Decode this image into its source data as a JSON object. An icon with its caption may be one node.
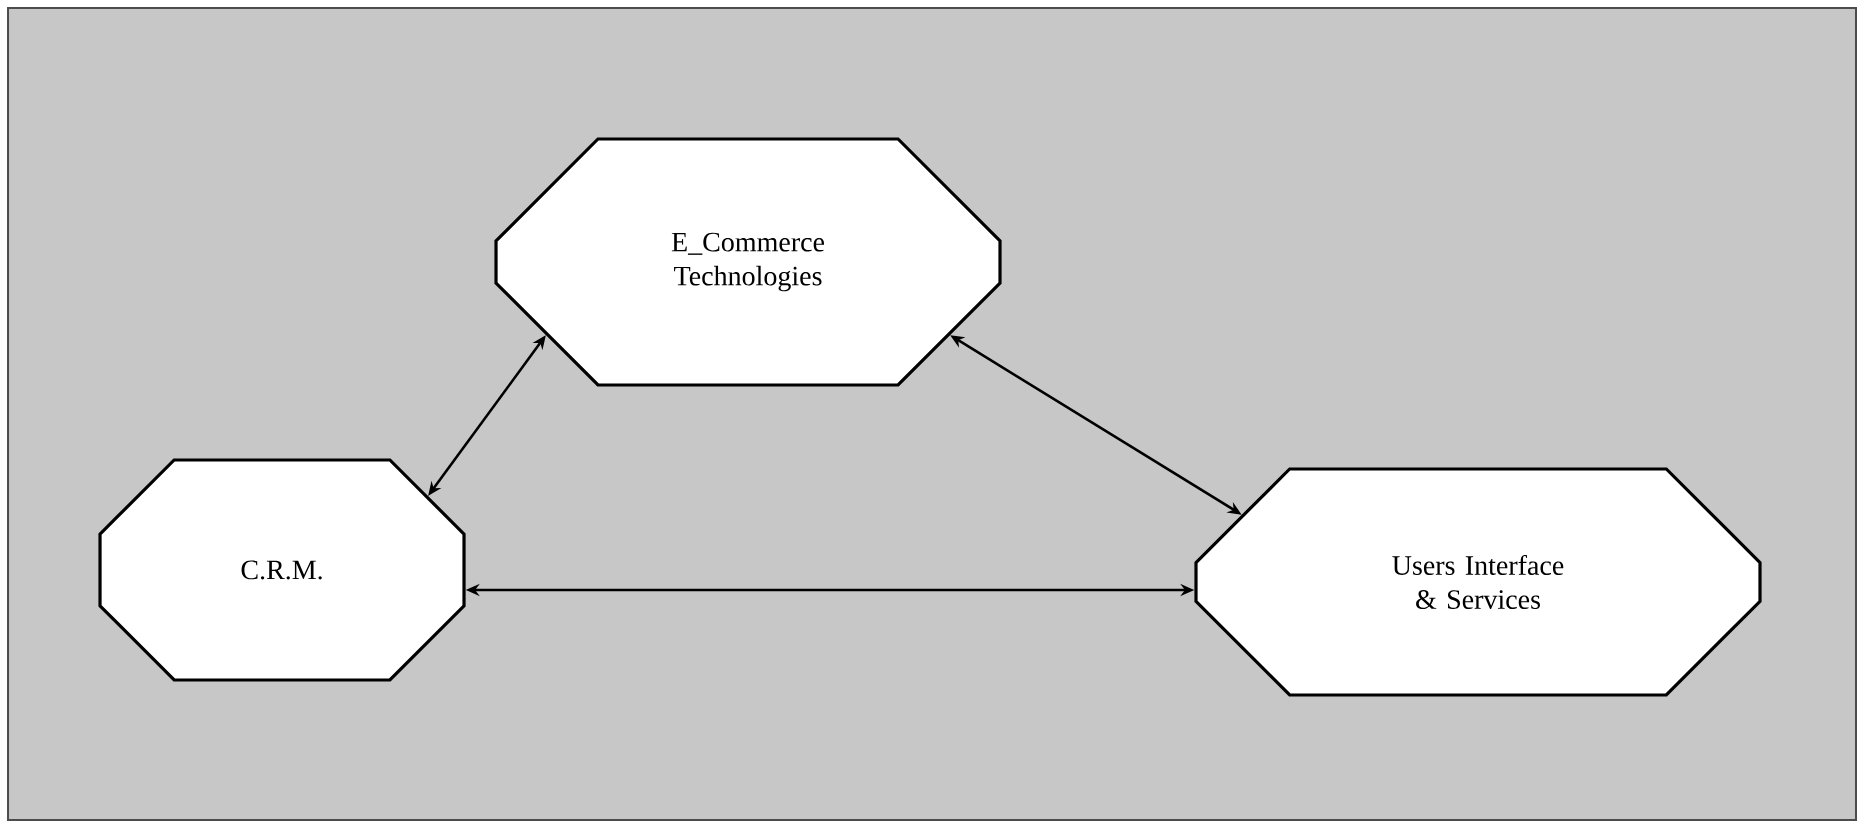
{
  "diagram": {
    "nodes": [
      {
        "text": [
          "E_Commerce Technologies"
        ]
      },
      {
        "text": [
          "C.R.M."
        ]
      },
      {
        "text": [
          "Users Interface & Services"
        ]
      }
    ],
    "edges": [
      {
        "from": 1,
        "to": 0,
        "arrow": "both"
      },
      {
        "from": 0,
        "to": 2,
        "arrow": "both"
      },
      {
        "from": 1,
        "to": 2,
        "arrow": "both"
      }
    ]
  }
}
